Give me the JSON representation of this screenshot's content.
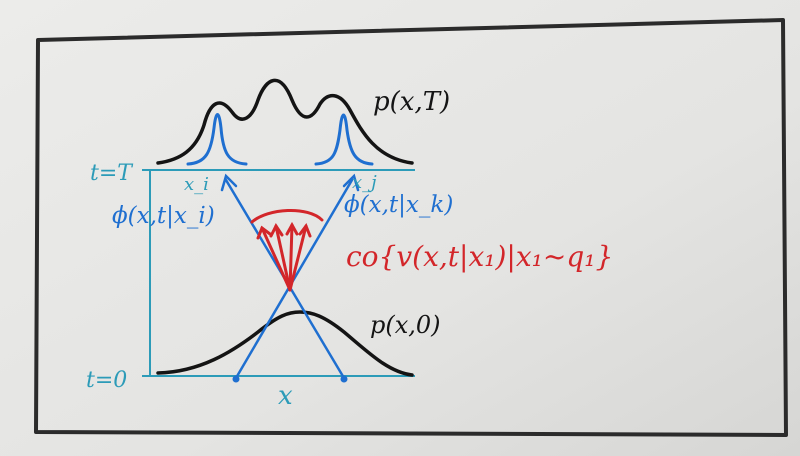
{
  "whiteboard": {
    "labels": {
      "top_distribution": "p(x,T)",
      "bottom_distribution": "p(x,0)",
      "time_top": "t=T",
      "time_bottom": "t=0",
      "x_axis": "x",
      "left_point": "x_i",
      "right_point": "x_j",
      "left_flow": "ϕ(x,t|x_i)",
      "right_flow": "ϕ(x,t|x_k)",
      "red_expression": "co{v(x,t|x₁)|x₁~q₁}"
    },
    "colors": {
      "ink_black": "#141414",
      "ink_blue": "#1f6fd0",
      "ink_teal": "#2c9bb8",
      "ink_red": "#d3262a",
      "frame": "#2b2b2b",
      "board": "#e8e8e6"
    }
  }
}
